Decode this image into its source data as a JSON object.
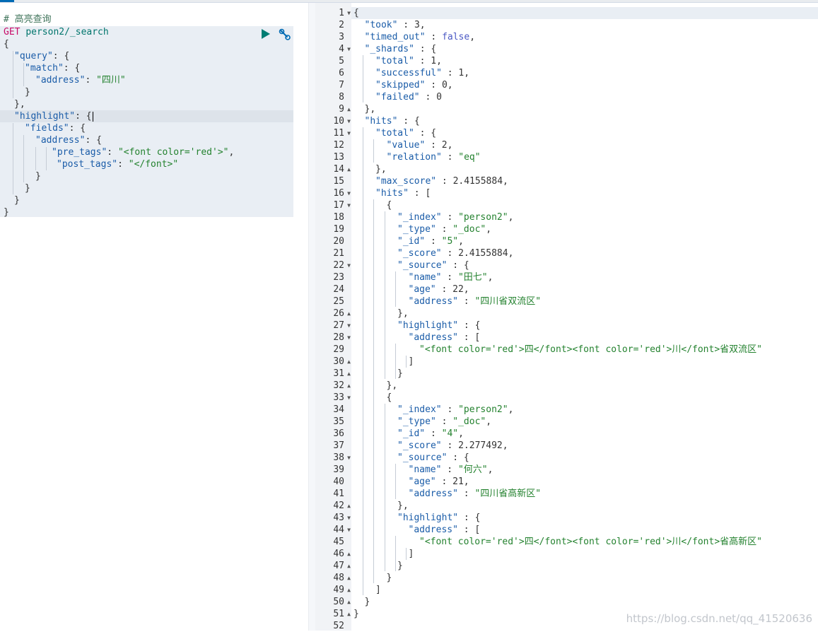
{
  "request": {
    "comment": "# 高亮查询",
    "method": "GET",
    "path": "person2/_search",
    "query_address_value": "\"四川\"",
    "pre_tags_value": "\"<font color='red'>\"",
    "post_tags_value": "\"</font>\""
  },
  "response": {
    "took": "3",
    "timed_out": "false",
    "shards_total": "1",
    "shards_successful": "1",
    "shards_skipped": "0",
    "shards_failed": "0",
    "hits_total_value": "2",
    "hits_total_relation": "\"eq\"",
    "max_score": "2.4155884",
    "hit1": {
      "index": "\"person2\"",
      "type": "\"_doc\"",
      "id": "\"5\"",
      "score": "2.4155884",
      "name": "\"田七\"",
      "age": "22",
      "address": "\"四川省双流区\"",
      "highlight": "\"<font color='red'>四</font><font color='red'>川</font>省双流区\""
    },
    "hit2": {
      "index": "\"person2\"",
      "type": "\"_doc\"",
      "id": "\"4\"",
      "score": "2.277492",
      "name": "\"何六\"",
      "age": "21",
      "address": "\"四川省高新区\"",
      "highlight": "\"<font color='red'>四</font><font color='red'>川</font>省高新区\""
    }
  },
  "gutter": {
    "line_numbers": [
      "1",
      "2",
      "3",
      "4",
      "5",
      "6",
      "7",
      "8",
      "9",
      "10",
      "11",
      "12",
      "13",
      "14",
      "15",
      "16",
      "17",
      "18",
      "19",
      "20",
      "21",
      "22",
      "23",
      "24",
      "25",
      "26",
      "27",
      "28",
      "29",
      "30",
      "31",
      "32",
      "33",
      "34",
      "35",
      "36",
      "37",
      "38",
      "39",
      "40",
      "41",
      "42",
      "43",
      "44",
      "45",
      "46",
      "47",
      "48",
      "49",
      "50",
      "51",
      "52"
    ]
  },
  "watermark": "https://blog.csdn.net/qq_41520636",
  "colors": {
    "key": "#1a5ca8",
    "string": "#24822f",
    "method": "#c80a68",
    "run_button": "#017d73"
  },
  "icons": {
    "run": "play-icon",
    "settings": "wrench-icon",
    "fold_open": "triangle-down",
    "fold_close": "triangle-up"
  }
}
